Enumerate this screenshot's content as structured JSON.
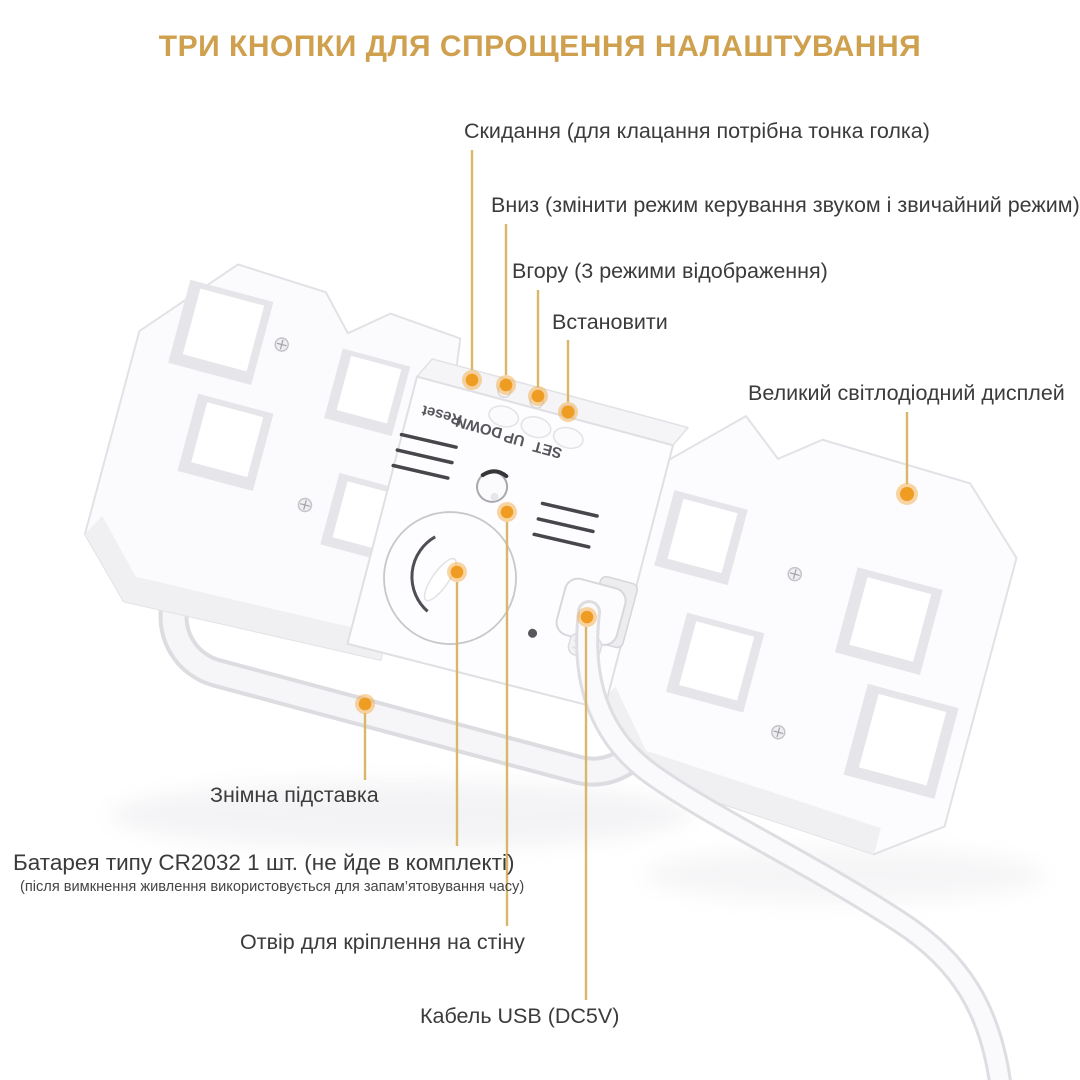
{
  "title": "ТРИ КНОПКИ ДЛЯ СПРОЩЕННЯ НАЛАШТУВАННЯ",
  "annotations": {
    "reset": {
      "text": "Скидання (для клацання потрібна тонка голка)"
    },
    "down": {
      "text": "Вниз (змінити режим керування звуком і звичайний режим)"
    },
    "up": {
      "text": "Вгору (3 режими відображення)"
    },
    "set": {
      "text": "Встановити"
    },
    "display": {
      "text": "Великий світлодіодний дисплей"
    },
    "stand": {
      "text": "Знімна підставка"
    },
    "battery": {
      "text": "Батарея типу CR2032 1 шт. (не йде в комплекті)",
      "subtext": "(після вимкнення живлення використовується для запам’ятовування часу)"
    },
    "wall_hole": {
      "text": "Отвір для кріплення на стіну"
    },
    "usb": {
      "text": "Кабель USB (DC5V)"
    }
  },
  "device": {
    "buttons": [
      "Reset",
      "DOWN",
      "UP",
      "SET"
    ]
  },
  "colors": {
    "background": "#ffffff",
    "title": "#cfa04e",
    "label_text": "#3b3b3b",
    "leader_line": "#d9b76a",
    "dot_core": "#ef9c22",
    "dot_halo": "#f3ab45",
    "clock_body": "#fbfbfd",
    "clock_edge": "#e2e2e6"
  }
}
